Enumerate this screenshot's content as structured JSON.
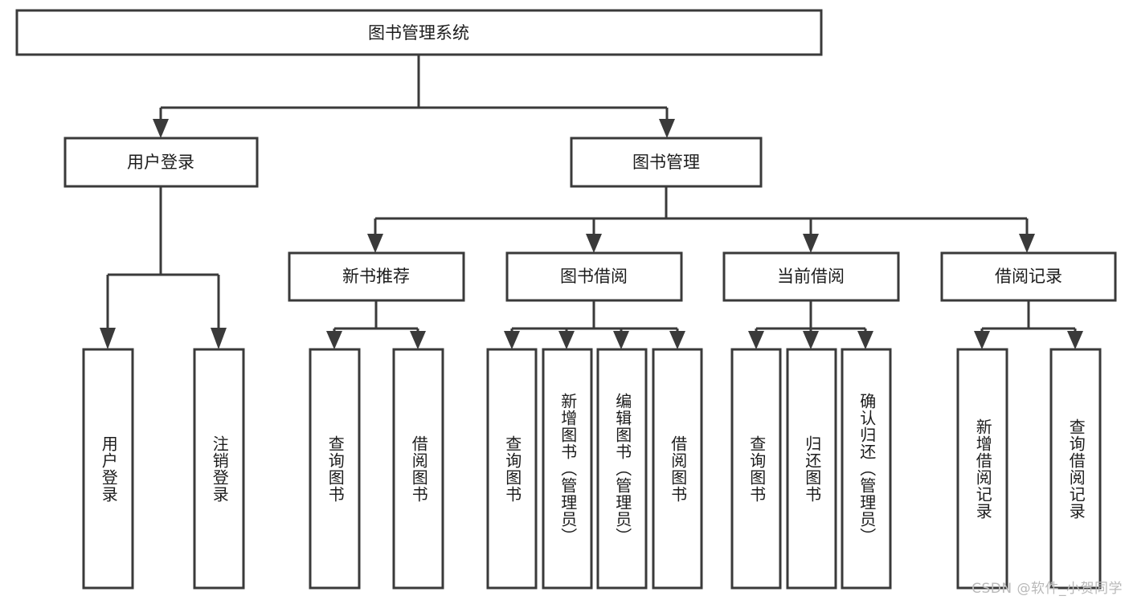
{
  "diagram": {
    "title": "图书管理系统",
    "type": "hierarchy-tree",
    "watermark": "CSDN @软件_小贺同学",
    "colors": {
      "box_stroke": "#3a3a3a",
      "box_fill": "#ffffff",
      "connector": "#3a3a3a",
      "text": "#1c1c1c",
      "background": "#ffffff",
      "watermark": "#b9b9b9"
    },
    "levels": {
      "root": {
        "label": "图书管理系统"
      },
      "level2": [
        {
          "label": "用户登录"
        },
        {
          "label": "图书管理"
        }
      ],
      "level3": [
        {
          "label": "新书推荐"
        },
        {
          "label": "图书借阅"
        },
        {
          "label": "当前借阅"
        },
        {
          "label": "借阅记录"
        }
      ],
      "leaves_user_login": [
        {
          "label": "用户登录"
        },
        {
          "label": "注销登录"
        }
      ],
      "leaves_new_books": [
        {
          "label": "查询图书"
        },
        {
          "label": "借阅图书"
        }
      ],
      "leaves_borrow": [
        {
          "label": "查询图书"
        },
        {
          "label": "新增图书（管理员）"
        },
        {
          "label": "编辑图书（管理员）"
        },
        {
          "label": "借阅图书"
        }
      ],
      "leaves_current": [
        {
          "label": "查询图书"
        },
        {
          "label": "归还图书"
        },
        {
          "label": "确认归还（管理员）"
        }
      ],
      "leaves_records": [
        {
          "label": "新增借阅记录"
        },
        {
          "label": "查询借阅记录"
        }
      ]
    }
  }
}
